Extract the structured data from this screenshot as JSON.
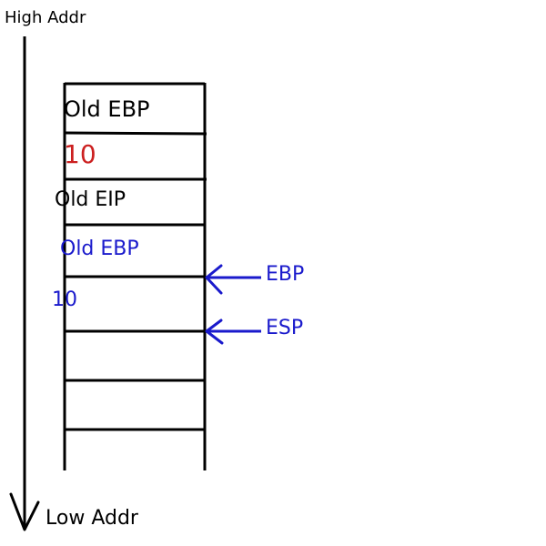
{
  "axis": {
    "high_label": "High Addr",
    "low_label": "Low Addr"
  },
  "stack": {
    "cells": [
      "Old EBP",
      "10",
      "Old EIP",
      "Old EBP",
      "10",
      "",
      "",
      ""
    ]
  },
  "pointers": {
    "ebp": "EBP",
    "esp": "ESP"
  },
  "colors": {
    "ink": "#000000",
    "highlight_red": "#cc2020",
    "pointer_blue": "#1a1acc"
  }
}
